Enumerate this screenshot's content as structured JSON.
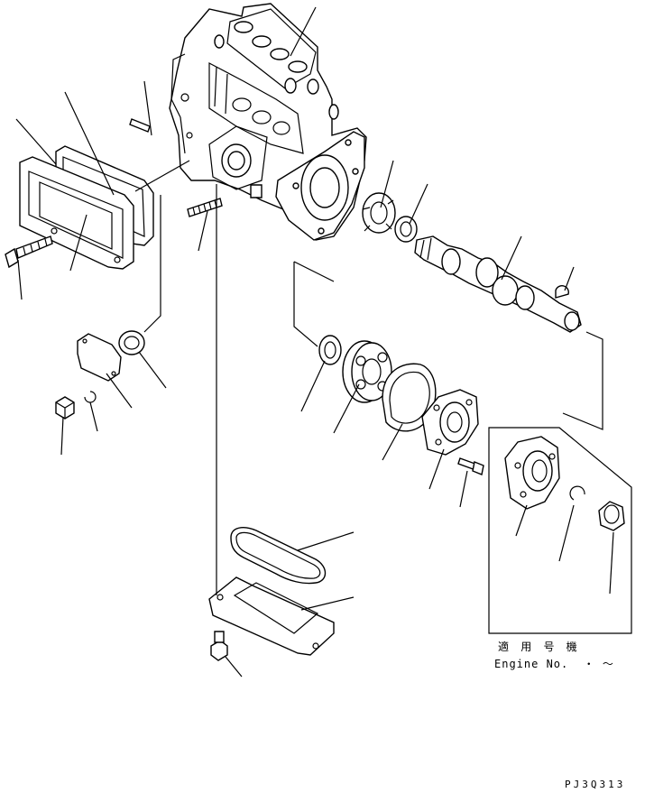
{
  "footer": {
    "applicable_models": "適 用 号 機",
    "engine_no": "Engine No.  ・ ～",
    "drawing_code": "PJ3Q313"
  },
  "icons": {
    "pump_housing": "fuel-injection-pump-housing-icon",
    "camshaft": "camshaft-icon",
    "bearing": "bearing-icon",
    "gasket": "gasket-icon",
    "cover": "cover-plate-icon",
    "bolt": "bolt-icon",
    "nut": "nut-icon",
    "snap_ring": "snap-ring-icon",
    "flange": "flange-icon"
  },
  "colors": {
    "line": "#000000",
    "background": "#ffffff"
  }
}
